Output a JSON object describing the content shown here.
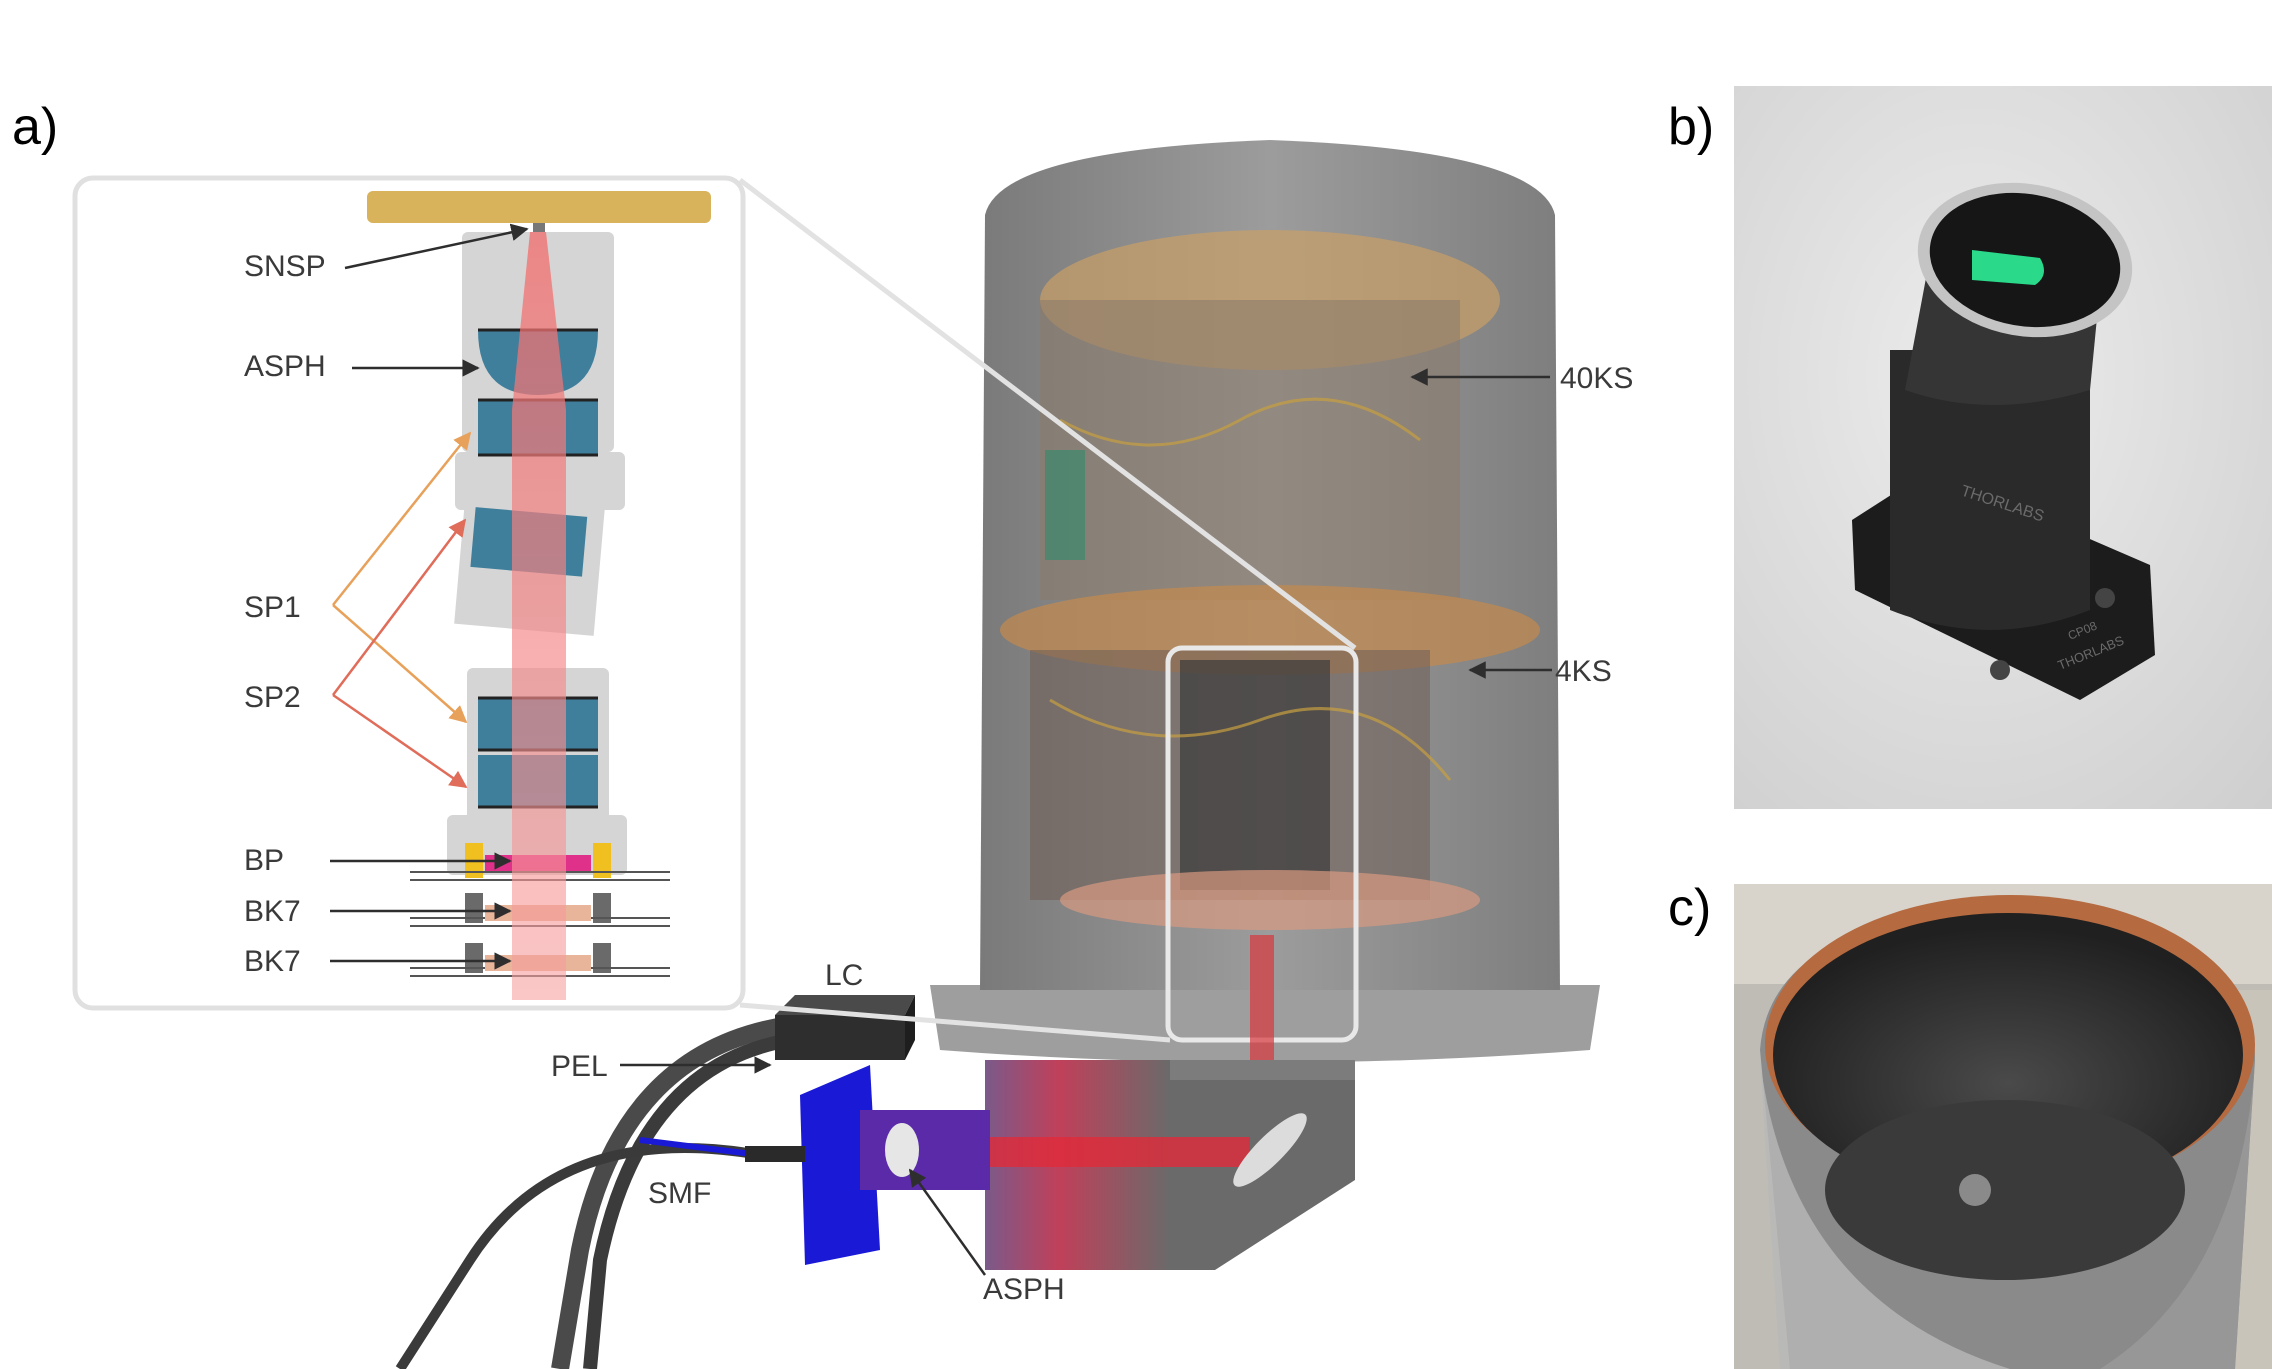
{
  "panels": {
    "a": "a)",
    "b": "b)",
    "c": "c)"
  },
  "labels": {
    "snsp": "SNSP",
    "asph_top": "ASPH",
    "sp1": "SP1",
    "sp2": "SP2",
    "bp": "BP",
    "bk7_1": "BK7",
    "bk7_2": "BK7",
    "ks40": "40KS",
    "ks4": "4KS",
    "lc": "LC",
    "pel": "PEL",
    "smf": "SMF",
    "asph_bottom": "ASPH"
  },
  "photo_text": {
    "brand_1": "THORLABS",
    "brand_2": "THORLABS",
    "part": "CP08"
  },
  "colors": {
    "beam": "#e8484f",
    "lens_blue": "#3f7f9c",
    "sp1_arrow": "#e8a15a",
    "sp2_arrow": "#e06c5a",
    "bp_magenta": "#e0318a",
    "gold_plate": "#d9b35c",
    "cryostat_gray": "#8c8c8c",
    "fiber_mount_blue": "#1a1ad6"
  }
}
